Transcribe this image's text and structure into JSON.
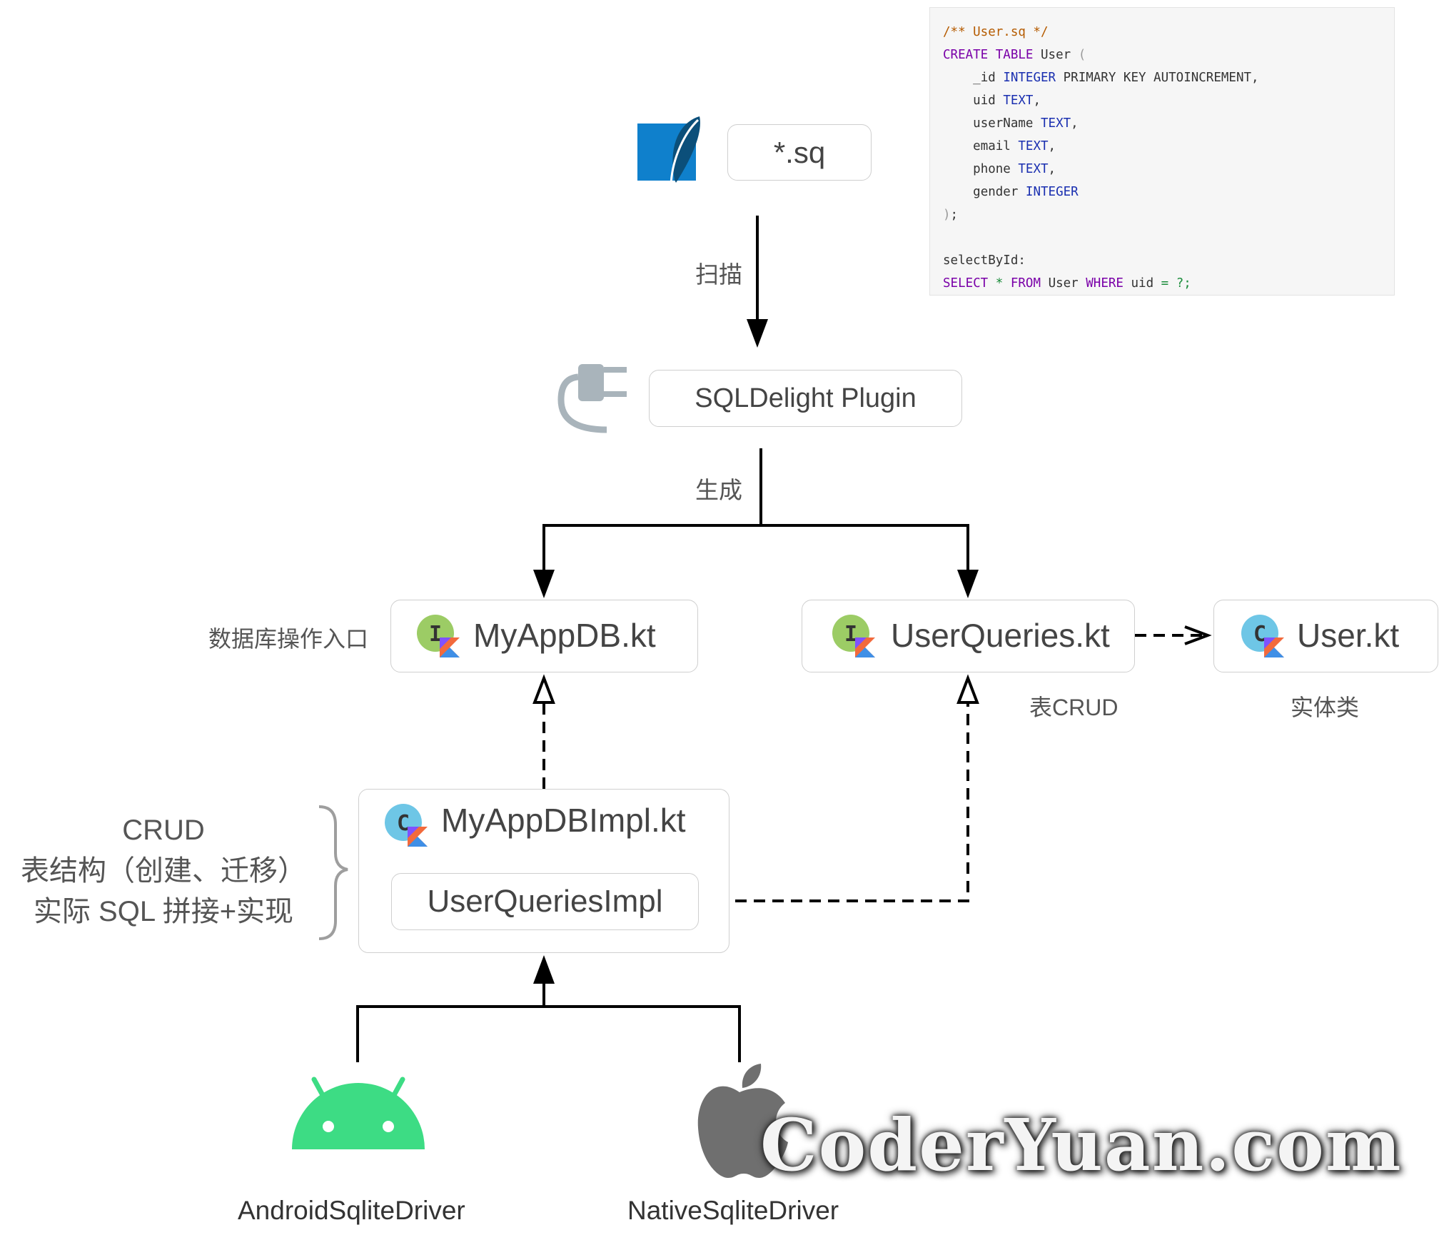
{
  "top": {
    "sq_box": "*.sq"
  },
  "code": {
    "comment": "/** User.sq */",
    "create": "CREATE",
    "table": "TABLE",
    "table_name": "User",
    "open_paren": "(",
    "col_id_name": "_id",
    "col_id_type": "INTEGER",
    "col_id_extra": "PRIMARY KEY AUTOINCREMENT,",
    "col_uid_name": "uid",
    "col_uid_type": "TEXT",
    "col_username_name": "userName",
    "col_username_type": "TEXT",
    "col_email_name": "email",
    "col_email_type": "TEXT",
    "col_phone_name": "phone",
    "col_phone_type": "TEXT",
    "col_gender_name": "gender",
    "col_gender_type": "INTEGER",
    "close_paren": ")",
    "semicolon": ";",
    "comma": ",",
    "query_label": "selectById:",
    "select": "SELECT",
    "star": "*",
    "from": "FROM",
    "from_table": "User",
    "where": "WHERE",
    "where_col": "uid",
    "equals": "=",
    "param": "?;"
  },
  "scan_label": "扫描",
  "plugin_box": "SQLDelight Plugin",
  "generate_label": "生成",
  "myappdb": {
    "file": "MyAppDB.kt",
    "note": "数据库操作入口"
  },
  "userqueries": {
    "file": "UserQueries.kt",
    "note": "表CRUD"
  },
  "user": {
    "file": "User.kt",
    "note": "实体类"
  },
  "impl": {
    "file": "MyAppDBImpl.kt",
    "inner": "UserQueriesImpl"
  },
  "brace_text": [
    "CRUD",
    "表结构（创建、迁移）",
    "实际 SQL 拼接+实现"
  ],
  "drivers": {
    "android": "AndroidSqliteDriver",
    "native": "NativeSqliteDriver"
  },
  "watermark": "CoderYuan.com",
  "icons": {
    "sqlite": "sqlite-logo-icon",
    "plugin": "plug-icon",
    "kotlin_interface": "kotlin-interface-icon",
    "kotlin_class": "kotlin-class-icon",
    "android": "android-robot-icon",
    "apple": "apple-logo-icon"
  },
  "colors": {
    "android": "#3ddc84",
    "sqlite_blue": "#0f80cc",
    "interface_badge": "#9ccc65",
    "class_badge": "#6ec6e6",
    "apple_gray": "#6f6f6f"
  }
}
